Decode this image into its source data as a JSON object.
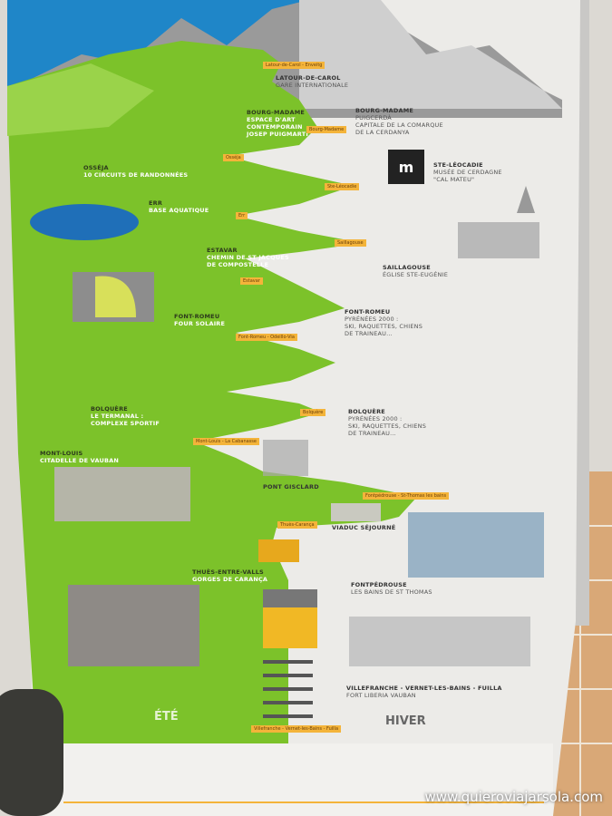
{
  "summer_side": [
    {
      "place": "BOURG-MADAME",
      "desc": [
        "ESPACE D'ART",
        "CONTEMPORAIN",
        "JOSEP PUIGMARTI"
      ]
    },
    {
      "place": "OSSÉJA",
      "desc": [
        "10 CIRCUITS DE RANDONNÉES"
      ]
    },
    {
      "place": "ERR",
      "desc": [
        "BASE AQUATIQUE"
      ]
    },
    {
      "place": "ESTAVAR",
      "desc": [
        "CHEMIN DE ST JACQUES",
        "DE COMPOSTELLE"
      ]
    },
    {
      "place": "FONT-ROMEU",
      "desc": [
        "FOUR SOLAIRE"
      ]
    },
    {
      "place": "BOLQUÈRE",
      "desc": [
        "LE TERMANAL :",
        "COMPLEXE SPORTIF"
      ]
    },
    {
      "place": "MONT-LOUIS",
      "desc": [
        "CITADELLE DE VAUBAN"
      ]
    },
    {
      "place": "THUÈS-ENTRE-VALLS",
      "desc": [
        "GORGES DE CARANÇA"
      ]
    }
  ],
  "winter_side": [
    {
      "place": "LATOUR-DE-CAROL",
      "desc": [
        "GARE INTERNATIONALE"
      ]
    },
    {
      "place": "BOURG-MADAME",
      "desc": [
        "PUIGCERDÀ",
        "CAPITALE DE LA COMARQUE",
        "DE LA CERDANYA"
      ]
    },
    {
      "place": "STE-LÉOCADIE",
      "desc": [
        "MUSÉE DE CERDAGNE",
        "\"CAL MATEU\""
      ]
    },
    {
      "place": "SAILLAGOUSE",
      "desc": [
        "ÉGLISE STE-EUGÉNIE"
      ]
    },
    {
      "place": "FONT-ROMEU",
      "desc": [
        "PYRÉNÉES 2000 :",
        "SKI, RAQUETTES, CHIENS",
        "DE TRAINEAU..."
      ]
    },
    {
      "place": "BOLQUÈRE",
      "desc": [
        "PYRÉNÉES 2000 :",
        "SKI, RAQUETTES, CHIENS",
        "DE TRAINEAU..."
      ]
    },
    {
      "place": "PONT GISCLARD",
      "desc": []
    },
    {
      "place": "VIADUC SÉJOURNÉ",
      "desc": []
    },
    {
      "place": "FONTPÉDROUSE",
      "desc": [
        "LES BAINS DE ST THOMAS"
      ]
    },
    {
      "place": "VILLEFRANCHE - VERNET-LES-BAINS - FUILLA",
      "desc": [
        "FORT LIBERIA VAUBAN"
      ]
    }
  ],
  "stations": [
    "Latour-de-Carol - Enveitg",
    "Bourg-Madame",
    "Osséja",
    "Ste-Léocadie",
    "Err",
    "Saillagouse",
    "Estavar",
    "Font-Romeu - Odeillo-Via",
    "Bolquère",
    "Mont-Louis - La Cabanasse",
    "Fontpédrouse - St-Thomas les bains",
    "Thuès-Carança",
    "Villefranche - Vernet-les-Bains - Fuilla"
  ],
  "museum_icon_letter": "m",
  "seasons": {
    "summer": "ÉTÉ",
    "winter": "HIVER"
  },
  "watermark": "www.quieroviajarsola.com",
  "colors": {
    "green": "#7cc22a",
    "winter": "#ecebe8",
    "label": "#f4b43a",
    "sky": "#1f86c8"
  }
}
